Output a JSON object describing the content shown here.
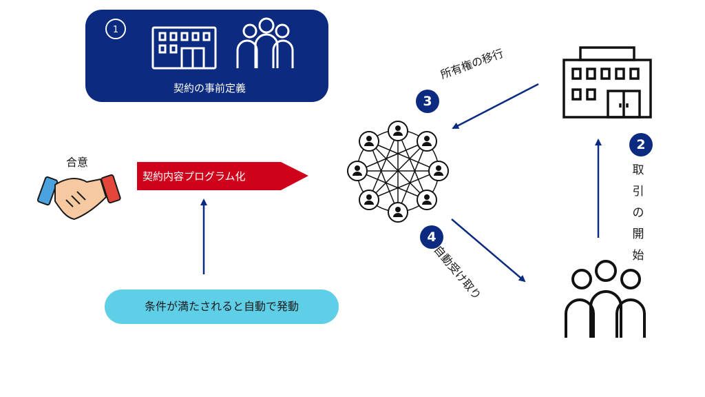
{
  "step1": {
    "number": "1",
    "label": "契約の事前定義"
  },
  "agreement_label": "合意",
  "program_label": "契約内容プログラム化",
  "trigger_label": "条件が満たされると自動で発動",
  "step2": {
    "number": "2",
    "label_chars": [
      "取",
      "引",
      "の",
      "開",
      "始"
    ]
  },
  "step3": {
    "number": "3",
    "label": "所有権の移行"
  },
  "step4": {
    "number": "4",
    "label": "自動受け取り"
  },
  "colors": {
    "navy": "#0b2a80",
    "red": "#d0021b",
    "cyan": "#5fcfe8",
    "arrow": "#0b2a80",
    "skin": "#f7c9a0",
    "cuff_blue": "#4aa3df",
    "cuff_red": "#e5463c"
  },
  "icons": {
    "panel1": [
      "building-icon",
      "people-group-icon"
    ],
    "agreement": "handshake-icon",
    "center": "blockchain-network-icon",
    "right_top": "building-icon",
    "right_bottom": "people-group-icon"
  }
}
